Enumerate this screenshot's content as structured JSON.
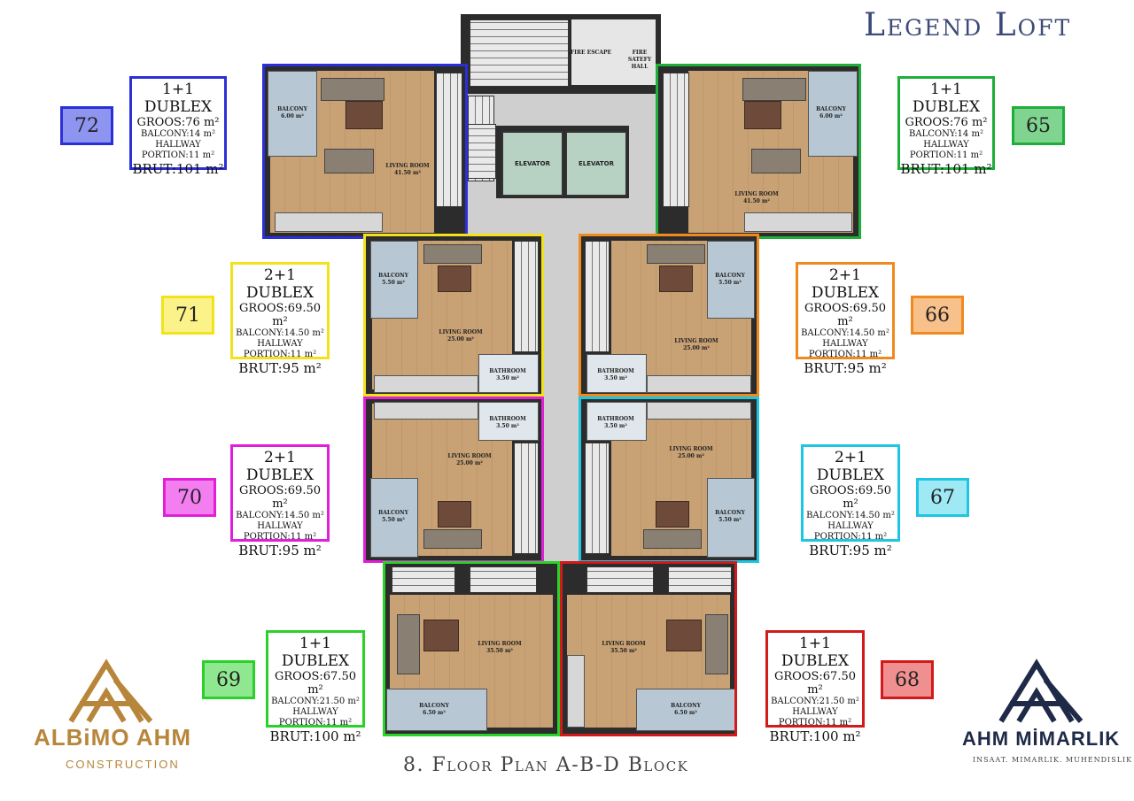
{
  "header": {
    "title": "Legend Loft"
  },
  "footer": {
    "plan_title": "8. Floor Plan A-B-D Block"
  },
  "colors": {
    "u72": "#2b2fd8",
    "u65": "#1fae3a",
    "u71": "#f2e21b",
    "u66": "#f08a1f",
    "u70": "#e21fd8",
    "u67": "#1ec6e2",
    "u69": "#2bd12b",
    "u68": "#d21a1a",
    "u72_fill": "#8e95f0",
    "u65_fill": "#7fd48f",
    "u71_fill": "#fbf28a",
    "u66_fill": "#f8c08a",
    "u70_fill": "#f27ef0",
    "u67_fill": "#9fe9f5",
    "u69_fill": "#8fe88f",
    "u68_fill": "#f08f8f"
  },
  "rooms": {
    "fire_escape": "FIRE ESCAPE",
    "fire_safety_hall": "FIRE SATEFY HALL",
    "elevator": "ELEVATOR",
    "living": "LIVING ROOM",
    "balcony": "BALCONY",
    "bathroom": "BATHROOM",
    "area_living_1": "41.50 m²",
    "area_living_2": "25.00 m²",
    "area_living_3": "35.50 m²",
    "area_balcony_1": "6.00 m²",
    "area_balcony_2": "5.50 m²",
    "area_balcony_3": "6.50 m²",
    "area_bath": "3.50 m²"
  },
  "units": {
    "u72": {
      "num": "72",
      "type": "1+1 DUBLEX",
      "groos": "GROOS:76 m²",
      "balcony": "BALCONY:14 m²",
      "hallway": "HALLWAY PORTION:11 m²",
      "brut": "BRUT:101 m²"
    },
    "u65": {
      "num": "65",
      "type": "1+1 DUBLEX",
      "groos": "GROOS:76 m²",
      "balcony": "BALCONY:14 m²",
      "hallway": "HALLWAY PORTION:11 m²",
      "brut": "BRUT:101 m²"
    },
    "u71": {
      "num": "71",
      "type": "2+1 DUBLEX",
      "groos": "GROOS:69.50 m²",
      "balcony": "BALCONY:14.50 m²",
      "hallway": "HALLWAY PORTION:11 m²",
      "brut": "BRUT:95 m²"
    },
    "u66": {
      "num": "66",
      "type": "2+1 DUBLEX",
      "groos": "GROOS:69.50 m²",
      "balcony": "BALCONY:14.50 m²",
      "hallway": "HALLWAY PORTION:11 m²",
      "brut": "BRUT:95 m²"
    },
    "u70": {
      "num": "70",
      "type": "2+1 DUBLEX",
      "groos": "GROOS:69.50 m²",
      "balcony": "BALCONY:14.50 m²",
      "hallway": "HALLWAY PORTION:11 m²",
      "brut": "BRUT:95 m²"
    },
    "u67": {
      "num": "67",
      "type": "2+1 DUBLEX",
      "groos": "GROOS:69.50 m²",
      "balcony": "BALCONY:14.50 m²",
      "hallway": "HALLWAY PORTION:11 m²",
      "brut": "BRUT:95 m²"
    },
    "u69": {
      "num": "69",
      "type": "1+1 DUBLEX",
      "groos": "GROOS:67.50 m²",
      "balcony": "BALCONY:21.50 m²",
      "hallway": "HALLWAY PORTION:11 m²",
      "brut": "BRUT:100 m²"
    },
    "u68": {
      "num": "68",
      "type": "1+1 DUBLEX",
      "groos": "GROOS:67.50 m²",
      "balcony": "BALCONY:21.50 m²",
      "hallway": "HALLWAY PORTION:11 m²",
      "brut": "BRUT:100 m²"
    }
  },
  "logos": {
    "left_name": "ALBiMO AHM",
    "left_sub": "CONSTRUCTION",
    "right_name": "AHM MİMARLIK",
    "right_sub": "INSAAT. MIMARLIK. MUHENDISLIK"
  }
}
